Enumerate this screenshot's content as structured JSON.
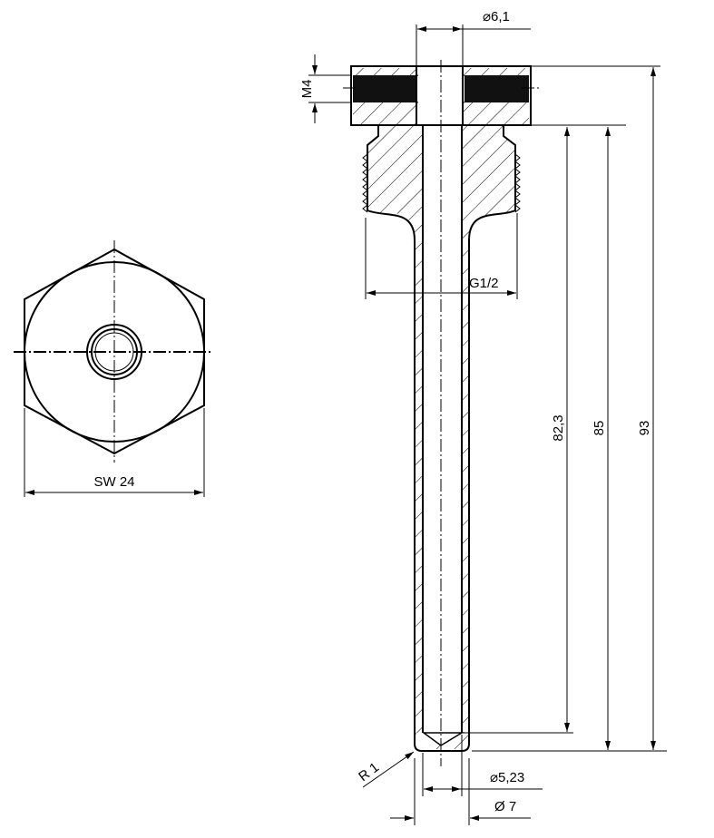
{
  "drawing": {
    "colors": {
      "line": "#000000",
      "background": "#ffffff"
    },
    "hex_view": {
      "width_across_flats": "SW 24"
    },
    "section_view": {
      "bore_diameter": "⌀6,1",
      "cross_thread": "M4",
      "process_thread": "G1/2",
      "inner_length": "82,3",
      "thread_to_tip": "85",
      "total_length": "93",
      "tip_radius": "R 1",
      "inner_diameter": "⌀5,23",
      "outer_diameter": "Ø 7"
    }
  }
}
